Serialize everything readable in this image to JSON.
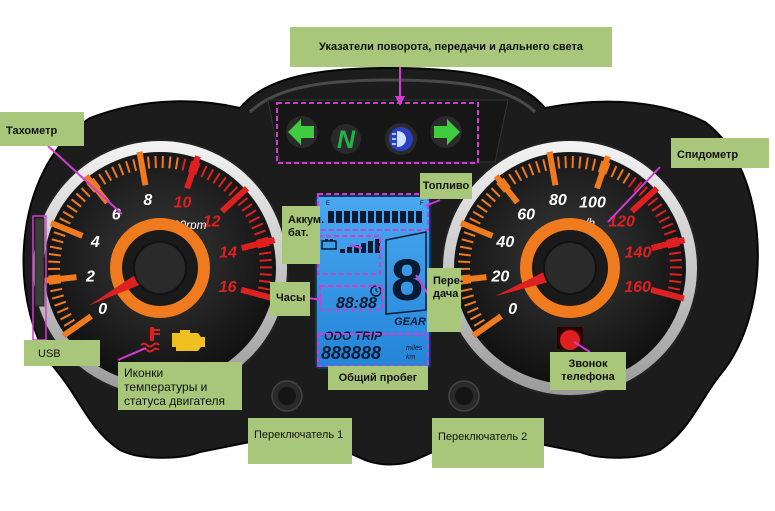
{
  "callouts": {
    "indicators": "Указатели поворота, передачи и дальнего света",
    "tachometer": "Тахометр",
    "speedometer": "Спидометр",
    "fuel": "Топливо",
    "battery": "Аккум. бат.",
    "clock": "Часы",
    "gear": "Пере- дача",
    "usb": "USB",
    "temp_icons": "Иконки температуры и статуса двигателя",
    "odometer": "Общий пробег",
    "phone_ring": "Звонок телефона",
    "switch1": "Переключатель 1",
    "switch2": "Переключатель 2"
  },
  "tachometer": {
    "unit": "x1000rpm",
    "ticks": [
      "0",
      "2",
      "4",
      "6",
      "8",
      "10",
      "12",
      "14",
      "16"
    ],
    "needle_value": 0.5
  },
  "speedometer": {
    "unit": "km/h",
    "ticks": [
      "0",
      "20",
      "40",
      "60",
      "80",
      "100",
      "120",
      "140",
      "160"
    ],
    "needle_value": 10
  },
  "lcd": {
    "fuel_empty": "E",
    "fuel_full": "F",
    "gear_digit": "8",
    "gear_label": "GEAR",
    "clock": "88:88",
    "trip_label": "ODO TRIP",
    "odometer": "888888",
    "unit_miles": "miles",
    "unit_km": "km"
  },
  "indicators": {
    "neutral": "N"
  },
  "icons": [
    "left-turn-arrow-icon",
    "neutral-indicator-icon",
    "high-beam-icon",
    "right-turn-arrow-icon",
    "coolant-temperature-icon",
    "check-engine-icon",
    "phone-ring-icon"
  ],
  "colors": {
    "gauge_orange": "#f07a1e",
    "redline": "#e02020",
    "lcd_blue": "#2b93e6",
    "arrow_green": "#3fcc3f",
    "callout_green": "#a9c77a",
    "highlight_magenta": "#d23cd2"
  }
}
